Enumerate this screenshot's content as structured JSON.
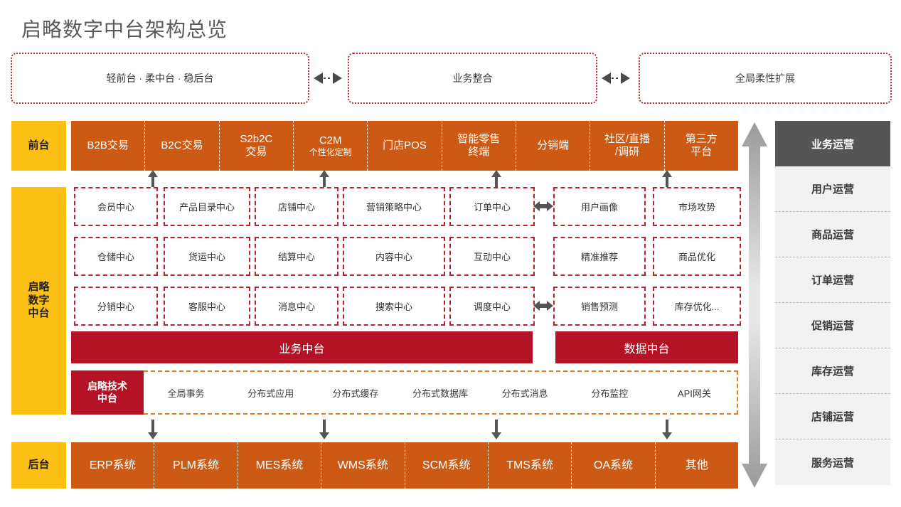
{
  "page_title": "启略数字中台架构总览",
  "colors": {
    "orange": "#CC5A14",
    "yellow": "#FBC013",
    "dark_red": "#B41325",
    "dotted_red": "#b4232f",
    "tech_border": "#E07B18",
    "sidebar_active": "#555555",
    "sidebar_bg": "#f1f1f1",
    "title_gray": "#5a5a5a"
  },
  "principles": [
    {
      "label": "轻前台 · 柔中台 · 稳后台"
    },
    {
      "label": "业务整合"
    },
    {
      "label": "全局柔性扩展"
    }
  ],
  "layers": {
    "front_label": "前台",
    "middle_label": "启略\n数字\n中台",
    "middle_label_lines": [
      "启略",
      "数字",
      "中台"
    ],
    "back_label": "后台"
  },
  "front_apps": [
    {
      "l1": "B2B交易",
      "l2": ""
    },
    {
      "l1": "B2C交易",
      "l2": ""
    },
    {
      "l1": "S2b2C",
      "l2": "交易"
    },
    {
      "l1": "C2M",
      "l2": "个性化定制"
    },
    {
      "l1": "门店POS",
      "l2": ""
    },
    {
      "l1": "智能零售",
      "l2": "终端"
    },
    {
      "l1": "分销端",
      "l2": ""
    },
    {
      "l1": "社区/直播",
      "l2": "/调研"
    },
    {
      "l1": "第三方",
      "l2": "平台"
    }
  ],
  "capability_rows": [
    {
      "business": [
        "会员中心",
        "产品目录中心",
        "店铺中心",
        "营销策略中心",
        "订单中心"
      ],
      "data": [
        "用户画像",
        "市场攻势"
      ],
      "link": true
    },
    {
      "business": [
        "仓储中心",
        "货运中心",
        "结算中心",
        "内容中心",
        "互动中心"
      ],
      "data": [
        "精准推荐",
        "商品优化"
      ],
      "link": false
    },
    {
      "business": [
        "分销中心",
        "客服中心",
        "消息中心",
        "搜索中心",
        "调度中心"
      ],
      "data": [
        "销售预测",
        "库存优化..."
      ],
      "link": true
    }
  ],
  "platform_bars": [
    {
      "label": "业务中台"
    },
    {
      "label": "数据中台"
    }
  ],
  "tech_platform": {
    "tag_lines": [
      "启略技术",
      "中台"
    ],
    "tag": "启略技术中台",
    "items": [
      "全局事务",
      "分布式应用",
      "分布式缓存",
      "分布式数据库",
      "分布式消息",
      "分布监控",
      "API网关"
    ]
  },
  "back_systems": [
    {
      "l1": "ERP系统"
    },
    {
      "l1": "PLM系统"
    },
    {
      "l1": "MES系统"
    },
    {
      "l1": "WMS系统"
    },
    {
      "l1": "SCM系统"
    },
    {
      "l1": "TMS系统"
    },
    {
      "l1": "OA系统"
    },
    {
      "l1": "其他"
    }
  ],
  "operations_rail": [
    {
      "label": "业务运营",
      "active": true
    },
    {
      "label": "用户运营",
      "active": false
    },
    {
      "label": "商品运营",
      "active": false
    },
    {
      "label": "订单运营",
      "active": false
    },
    {
      "label": "促销运营",
      "active": false
    },
    {
      "label": "库存运营",
      "active": false
    },
    {
      "label": "店铺运营",
      "active": false
    },
    {
      "label": "服务运营",
      "active": false
    }
  ]
}
